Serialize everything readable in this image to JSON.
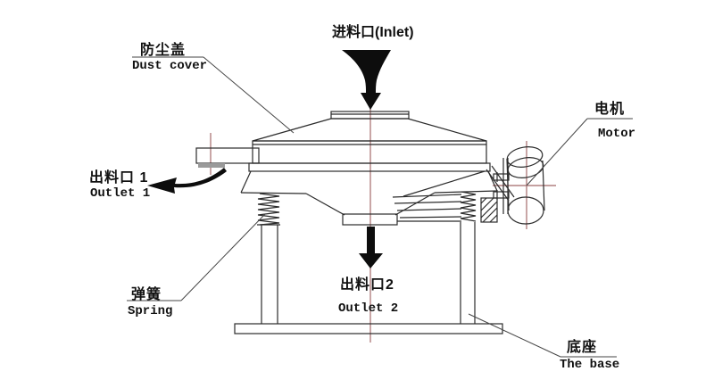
{
  "diagram": {
    "labels": {
      "inlet": "进料口(Inlet)",
      "dust_cover_cn": "防尘盖",
      "dust_cover_en": "Dust cover",
      "motor_cn": "电机",
      "motor_en": "Motor",
      "outlet1_cn": "出料口 1",
      "outlet1_en": "Outlet 1",
      "spring_cn": "弹簧",
      "spring_en": "Spring",
      "outlet2_cn": "出料口2",
      "outlet2_en": "Outlet 2",
      "base_cn": "底座",
      "base_en": "The base"
    },
    "colors": {
      "line": "#2b2b2b",
      "centerline": "#b28080",
      "arrow_fill": "#0d0d0d",
      "background": "#ffffff"
    }
  }
}
